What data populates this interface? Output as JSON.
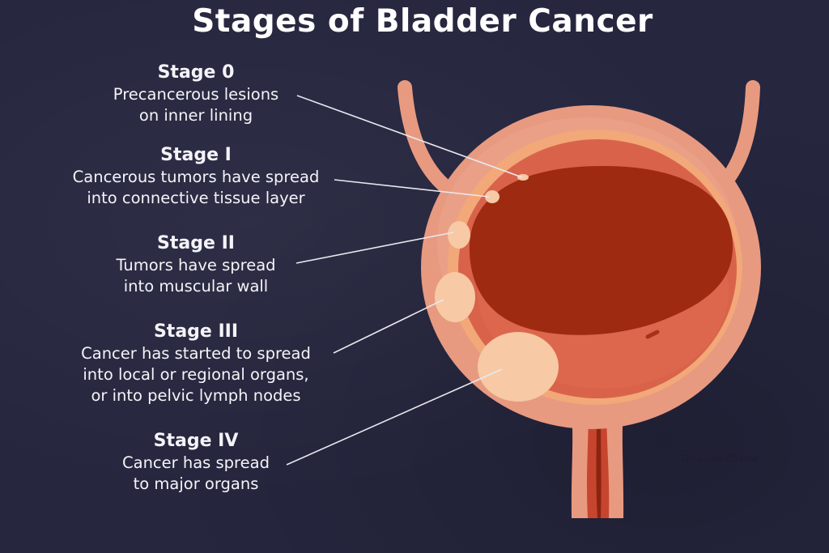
{
  "title": "Stages of Bladder Cancer",
  "stages": [
    {
      "heading": "Stage 0",
      "lines": [
        "Precancerous lesions",
        "on inner lining"
      ]
    },
    {
      "heading": "Stage I",
      "lines": [
        "Cancerous tumors have spread",
        "into connective tissue layer"
      ]
    },
    {
      "heading": "Stage II",
      "lines": [
        "Tumors have spread",
        "into muscular wall"
      ]
    },
    {
      "heading": "Stage III",
      "lines": [
        "Cancer has started to spread",
        "into local or regional organs,",
        "or into pelvic lymph nodes"
      ]
    },
    {
      "heading": "Stage IV",
      "lines": [
        "Cancer has spread",
        "to major organs"
      ]
    }
  ],
  "signature": "Dr. Luna Chama",
  "colors": {
    "background": "#26263f",
    "outer_wall": "#e79a80",
    "outer_wall_light": "#f0ad95",
    "muscle_layer": "#d9634a",
    "lining": "#f2a878",
    "interior": "#9e2a12",
    "tumor": "#f7c9a5",
    "leader_line": "#e8e8ee"
  }
}
